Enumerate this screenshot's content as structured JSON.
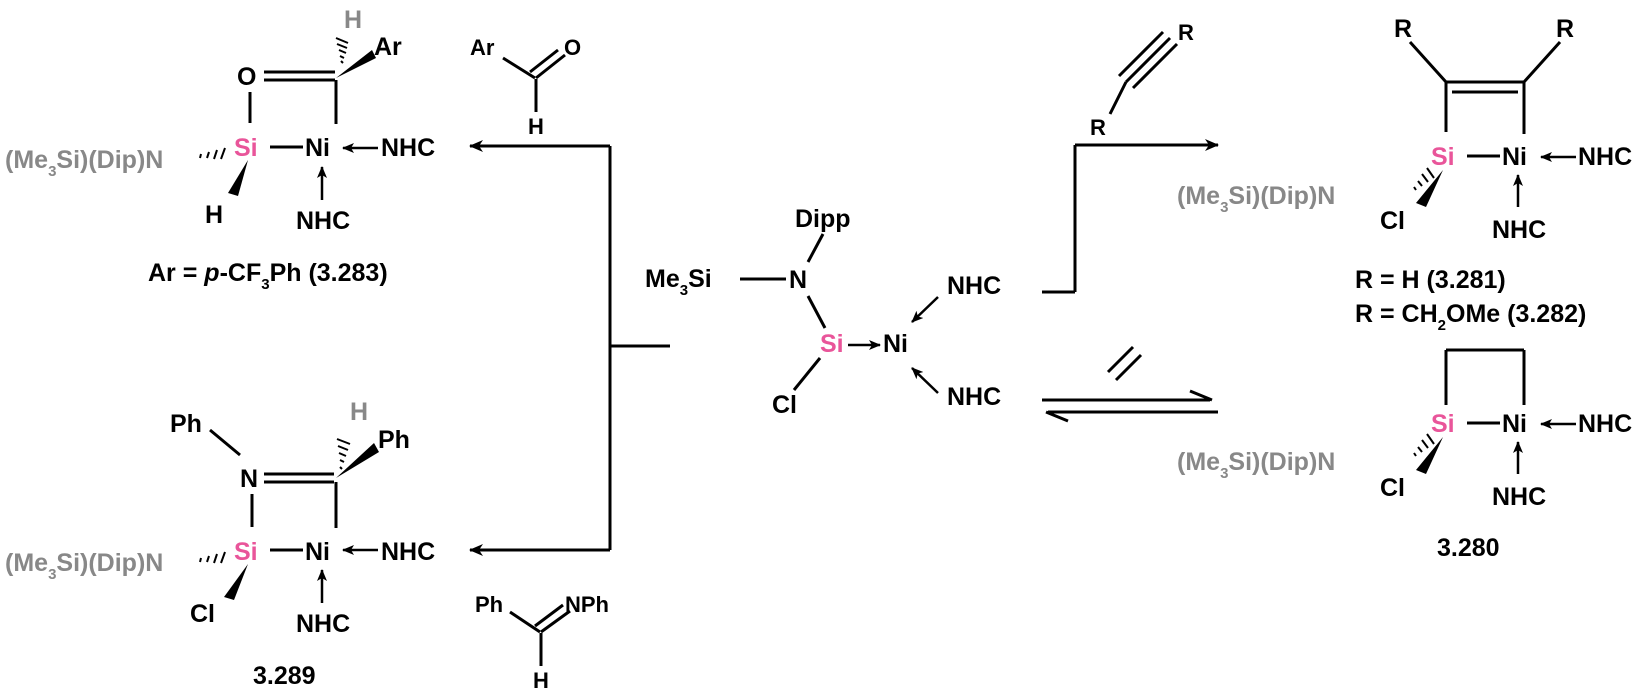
{
  "colors": {
    "bond": "#000000",
    "silicon": "#e9559a",
    "substituent": "#888888",
    "hydrogen_grey": "#888888"
  },
  "labels": {
    "si": "Si",
    "ni": "Ni",
    "nhc": "NHC",
    "cl": "Cl",
    "h": "H",
    "o": "O",
    "n": "N",
    "ar": "Ar",
    "ph": "Ph",
    "r": "R",
    "dipp": "Dipp",
    "me3si_main": "Me",
    "me3si_main_sub": "3",
    "me3si_main_end": "Si",
    "amido_pre": "(Me",
    "amido_sub": "3",
    "amido_post": "Si)(Dip)N"
  },
  "reagents": {
    "aldehyde_ar": "Ar",
    "aldehyde_o": "O",
    "aldehyde_h": "H",
    "imine_ph": "Ph",
    "imine_nph": "NPh",
    "imine_h": "H",
    "alkyne_r_top": "R",
    "alkyne_r_bottom": "R"
  },
  "captions": {
    "c283_pre": "Ar = ",
    "c283_p": "p",
    "c283_mid": "-CF",
    "c283_sub": "3",
    "c283_post": "Ph (3.283)",
    "c281": "R = H (3.281)",
    "c282_pre": "R = CH",
    "c282_sub": "2",
    "c282_post": "OMe (3.282)",
    "c289": "3.289",
    "c280": "3.280"
  }
}
